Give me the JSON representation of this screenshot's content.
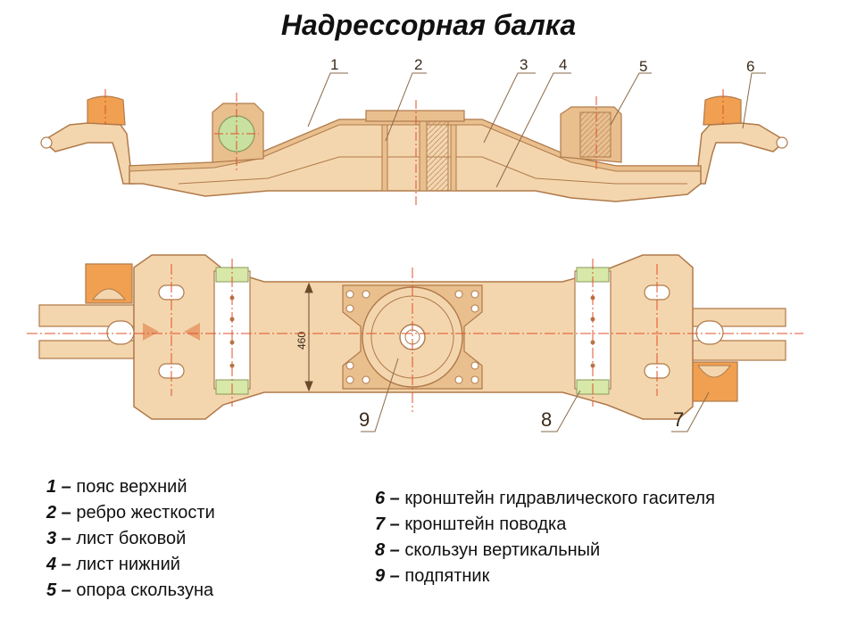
{
  "title": "Надрессорная балка",
  "callouts": {
    "c1": "1",
    "c2": "2",
    "c3": "3",
    "c4": "4",
    "c5": "5",
    "c6": "6",
    "c7": "7",
    "c8": "8",
    "c9": "9"
  },
  "dimension_label": "460",
  "legend_left": [
    {
      "num": "1 –",
      "text": "пояс верхний"
    },
    {
      "num": "2 –",
      "text": "ребро жесткости"
    },
    {
      "num": "3 –",
      "text": "лист боковой"
    },
    {
      "num": "4 –",
      "text": "лист нижний"
    },
    {
      "num": "5 –",
      "text": "опора скользуна"
    }
  ],
  "legend_right": [
    {
      "num": "6 –",
      "text": "кронштейн гидравлического гасителя"
    },
    {
      "num": "7 –",
      "text": "кронштейн поводка"
    },
    {
      "num": "8 –",
      "text": "скользун вертикальный"
    },
    {
      "num": "9 –",
      "text": "подпятник"
    }
  ],
  "colors": {
    "body_fill": "#f4d6ae",
    "outline": "#b07a4a",
    "centerline": "#e0502a",
    "bracket_fill": "#f0a050",
    "slider_fill": "#d8e8a8",
    "roller_fill": "#c8e0a0"
  }
}
